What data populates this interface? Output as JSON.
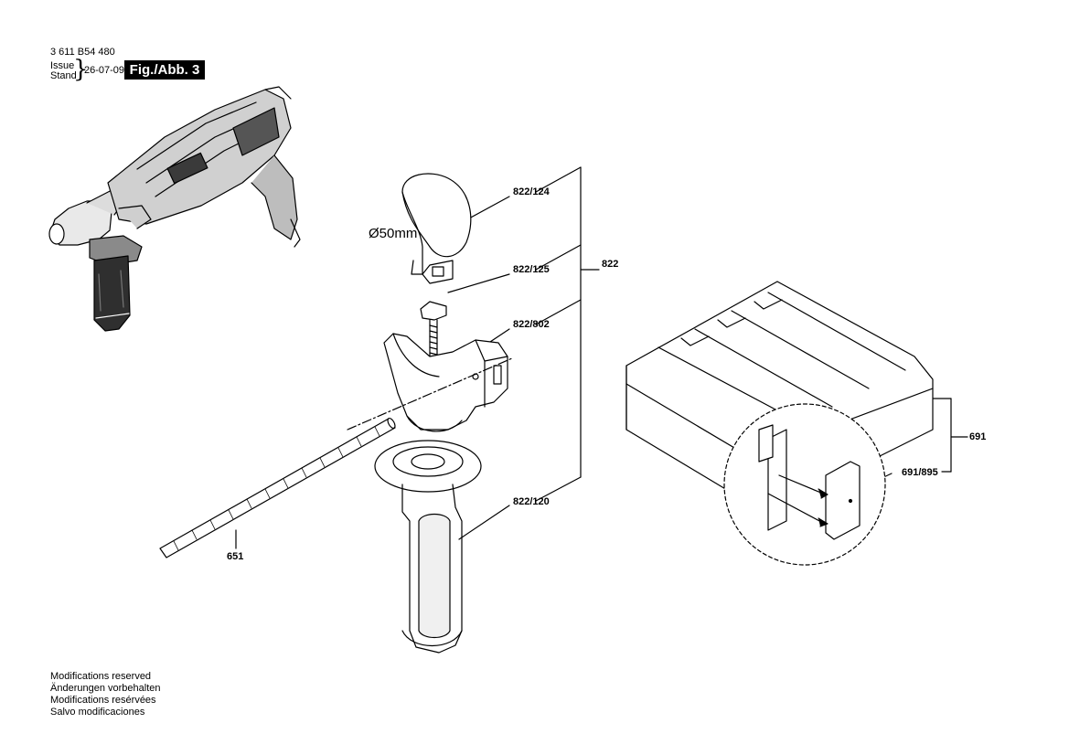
{
  "header": {
    "doc_number": "3 611 B54 480",
    "issue_label": "Issue",
    "stand_label": "Stand",
    "date": "26-07-09",
    "figure": "Fig./Abb. 3"
  },
  "labels": {
    "p822_124": "822/124",
    "p822_125": "822/125",
    "p822": "822",
    "p822_802": "822/802",
    "p822_120": "822/120",
    "p651": "651",
    "p691": "691",
    "p691_895": "691/895",
    "diameter": "Ø50mm"
  },
  "footer": {
    "lines": [
      "Modifications reserved",
      "Änderungen vorbehalten",
      "Modifications resérvées",
      "Salvo modificaciones"
    ]
  }
}
